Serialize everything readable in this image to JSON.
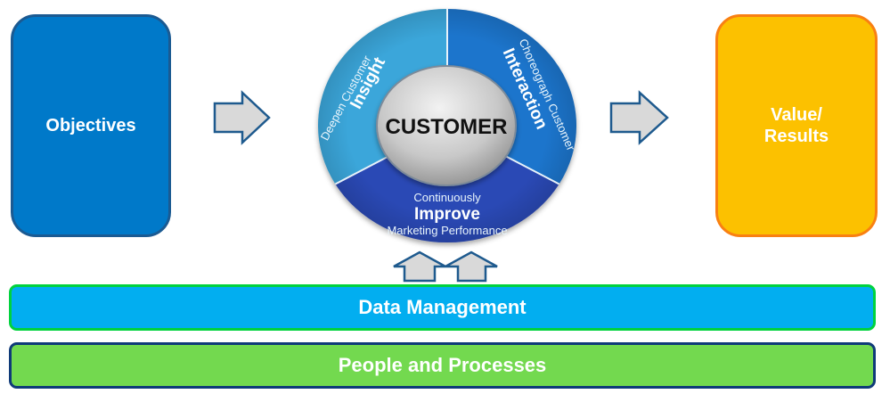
{
  "left_box": {
    "label": "Objectives"
  },
  "right_box": {
    "label_line1": "Value/",
    "label_line2": "Results"
  },
  "wheel": {
    "center_label": "Customer",
    "segments": [
      {
        "subtitle": "Deepen Customer",
        "title": "Insight",
        "color": "#3BA6DA"
      },
      {
        "subtitle": "Choreograph Customer",
        "title": "Interaction",
        "color": "#1B74CC"
      },
      {
        "subtitle_top": "Continuously",
        "title": "Improve",
        "subtitle_bottom": "Marketing Performance",
        "color": "#2B49B5"
      }
    ]
  },
  "bars": {
    "data_management": "Data Management",
    "people_processes": "People and Processes"
  },
  "arrows": {
    "right_arrow_icon": "arrow-right",
    "up_arrow_icon": "arrow-up",
    "fill": "#D9D9D9",
    "stroke": "#1E5A8E"
  }
}
